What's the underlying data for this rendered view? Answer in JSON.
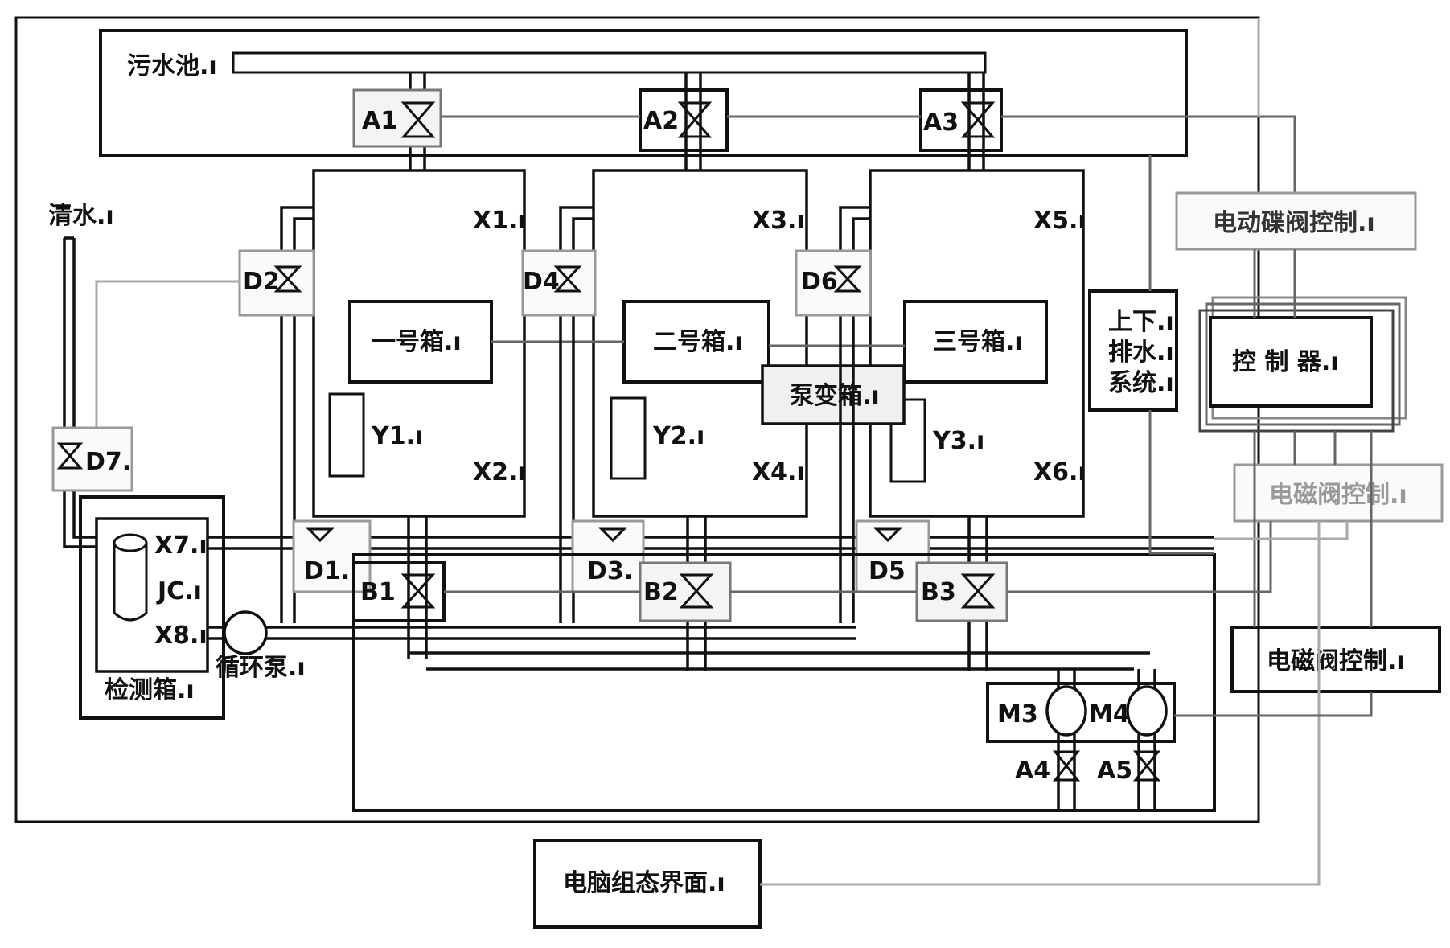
{
  "diagram": {
    "labels": {
      "sewage_pool": "污水池.ı",
      "clear_water": "清水.ı",
      "tank1": "一号箱.ı",
      "tank2": "二号箱.ı",
      "tank3": "三号箱.ı",
      "test_box": "检测箱.ı",
      "pump": "循环泵.ı",
      "pump_box": "泵变箱.ı",
      "drain_l1": "上下.ı",
      "drain_l2": "排水.ı",
      "drain_l3": "系统.ı",
      "controller": "控 制 器.ı",
      "motor_valve_ctrl": "电动碟阀控制.ı",
      "solenoid_ctrl_1": "电磁阀控制.ı",
      "solenoid_ctrl_2": "电磁阀控制.ı",
      "computer_ui": "电脑组态界面.ı",
      "jc": "JC.ı",
      "x1": "X1.ı",
      "x2": "X2.ı",
      "x3": "X3.ı",
      "x4": "X4.ı",
      "x5": "X5.ı",
      "x6": "X6.ı",
      "x7": "X7.ı",
      "x8": "X8.ı",
      "y1": "Y1.ı",
      "y2": "Y2.ı",
      "y3": "Y3.ı",
      "a1": "A1",
      "a2": "A2",
      "a3": "A3",
      "a4": "A4",
      "a5": "A5",
      "b1": "B1",
      "b2": "B2",
      "b3": "B3",
      "d1": "D1.",
      "d2": "D2",
      "d3": "D3.",
      "d4": "D4",
      "d5": "D5",
      "d6": "D6",
      "d7": "D7.",
      "m3": "M3",
      "m4": "M4"
    },
    "colors": {
      "line": "#111111",
      "wire_dark": "#666666",
      "wire_light": "#aaaaaa",
      "background": "#ffffff"
    }
  }
}
